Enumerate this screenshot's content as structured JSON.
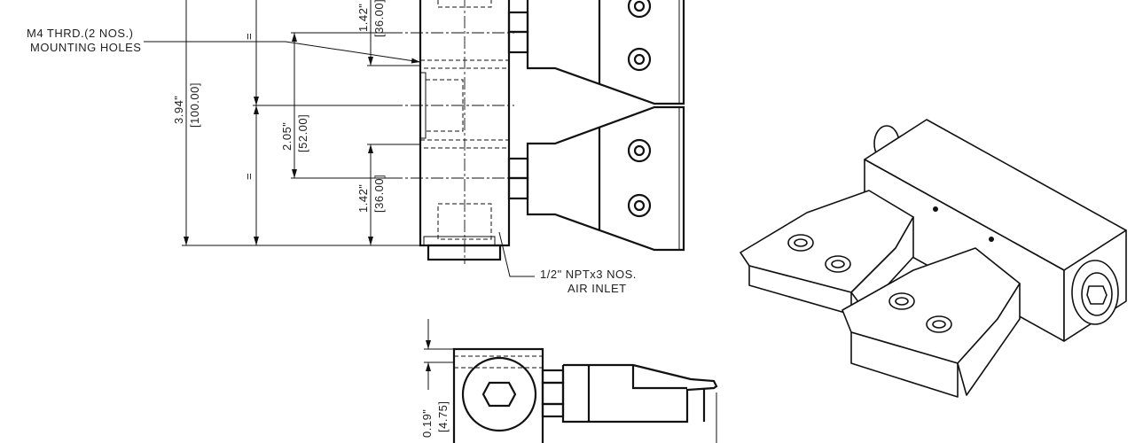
{
  "notes": {
    "mounting_holes_line1": "M4 THRD.(2 NOS.)",
    "mounting_holes_line2": "MOUNTING HOLES",
    "air_inlet_line1": "1/2\" NPTx3 NOS.",
    "air_inlet_line2": "AIR INLET"
  },
  "dimensions": {
    "overall_height_in": "3.94\"",
    "overall_height_mm": "[100.00]",
    "hole_spacing_in": "2.05\"",
    "hole_spacing_mm": "[52.00]",
    "top_offset_in": "1.42\"",
    "top_offset_mm": "[36.00]",
    "bottom_offset_in": "1.42\"",
    "bottom_offset_mm": "[36.00]",
    "slot_offset_in": "0.19\"",
    "slot_offset_mm": "[4.75]",
    "equal_mark": "="
  }
}
